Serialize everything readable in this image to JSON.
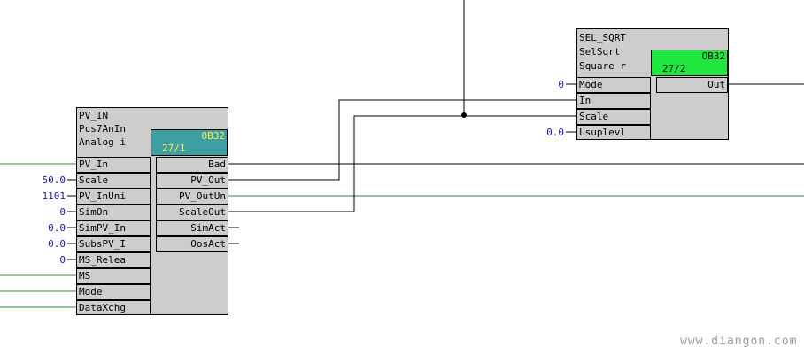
{
  "colors": {
    "block_bg": "#cdcdcd",
    "ob_pv_in": "#3d9ea3",
    "ob_sel_sqrt": "#20e640",
    "ob_text_pv_in": "#ffee44",
    "ob_text_sel": "#111111",
    "value_text": "#1a1aa8",
    "wire_green": "#2e8b2e",
    "wire_teal": "#2a7a7a",
    "wire_black": "#000000"
  },
  "pv_in_block": {
    "title": "PV_IN",
    "type": "Pcs7AnIn",
    "comment": "Analog i",
    "ob_label": "OB32",
    "ob_seq": "27/1",
    "inputs": [
      {
        "name": "PV_In",
        "value": ""
      },
      {
        "name": "Scale",
        "value": "50.0"
      },
      {
        "name": "PV_InUni",
        "value": "1101"
      },
      {
        "name": "SimOn",
        "value": "0"
      },
      {
        "name": "SimPV_In",
        "value": "0.0"
      },
      {
        "name": "SubsPV_I",
        "value": "0.0"
      },
      {
        "name": "MS_Relea",
        "value": "0"
      },
      {
        "name": "MS",
        "value": ""
      },
      {
        "name": "Mode",
        "value": ""
      },
      {
        "name": "DataXchg",
        "value": ""
      }
    ],
    "outputs": [
      {
        "name": "Bad"
      },
      {
        "name": "PV_Out"
      },
      {
        "name": "PV_OutUn"
      },
      {
        "name": "ScaleOut"
      },
      {
        "name": "SimAct"
      },
      {
        "name": "OosAct"
      }
    ]
  },
  "sel_sqrt_block": {
    "title": "SEL_SQRT",
    "type": "SelSqrt",
    "comment": "Square r",
    "ob_label": "OB32",
    "ob_seq": "27/2",
    "inputs": [
      {
        "name": "Mode",
        "value": "0"
      },
      {
        "name": "In",
        "value": ""
      },
      {
        "name": "Scale",
        "value": ""
      },
      {
        "name": "Lsuplevl",
        "value": "0.0"
      }
    ],
    "outputs": [
      {
        "name": "Out"
      }
    ]
  },
  "watermark": "www.diangon.com"
}
